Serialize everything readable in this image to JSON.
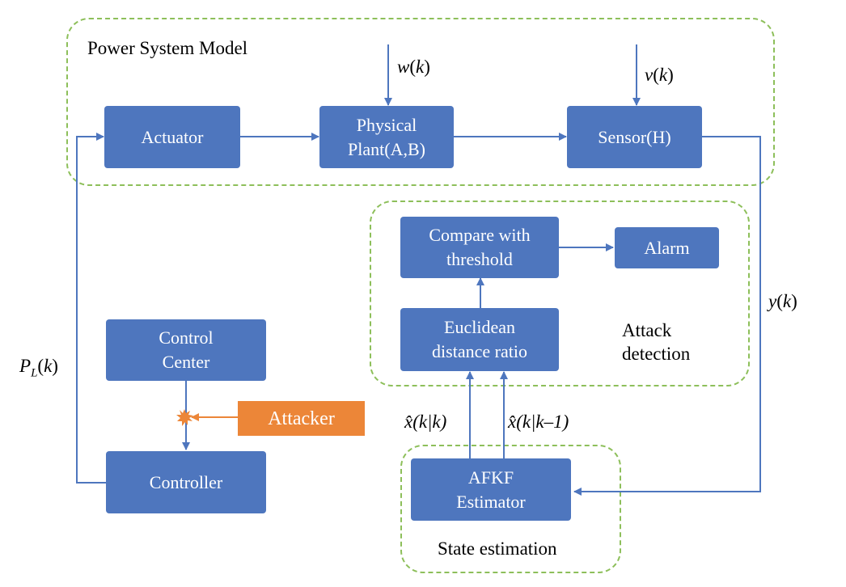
{
  "groups": {
    "power_system": "Power System Model",
    "attack_detection_line1": "Attack",
    "attack_detection_line2": "detection",
    "state_estimation": "State estimation"
  },
  "blocks": {
    "actuator": "Actuator",
    "plant": "Physical\nPlant(A,B)",
    "sensor": "Sensor(H)",
    "compare": "Compare with\nthreshold",
    "alarm": "Alarm",
    "euclid": "Euclidean\ndistance ratio",
    "control_center": "Control\nCenter",
    "attacker": "Attacker",
    "controller": "Controller",
    "estimator": "AFKF\nEstimator"
  },
  "signals": {
    "w_var": "w",
    "w_arg": "k",
    "v_var": "v",
    "v_arg": "k",
    "y_var": "y",
    "y_arg": "k",
    "pl_var": "P",
    "pl_sub": "L",
    "pl_arg": "k",
    "xhat_kk": "x̂(k|k)",
    "xhat_kk1": "x̂(k|k–1)"
  },
  "colors": {
    "block": "#4e76be",
    "attacker": "#ec8638",
    "group_border": "#8dbf5a",
    "wire": "#4e76be",
    "attack_wire": "#ec8638"
  }
}
